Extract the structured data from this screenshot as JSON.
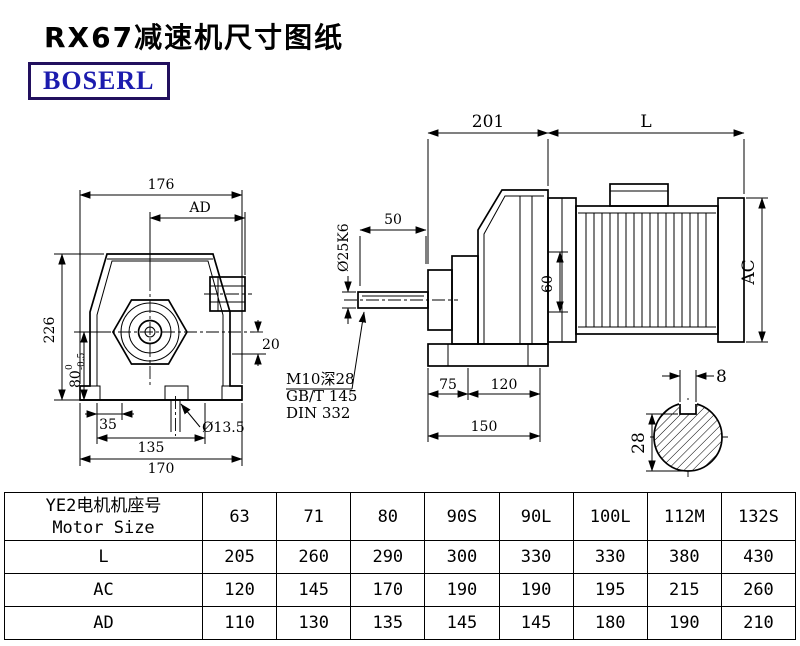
{
  "page": {
    "title": "RX67减速机尺寸图纸",
    "brand": "BOSERL"
  },
  "front_view": {
    "dim_top_width": "176",
    "dim_ad": "AD",
    "dim_height": "226",
    "dim_80": "80",
    "dim_80_tol_top": "0",
    "dim_80_tol_bottom": "-0.5",
    "dim_35": "35",
    "dim_135": "135",
    "dim_170": "170",
    "dim_20": "20",
    "dim_hole": "Ø13.5"
  },
  "side_view": {
    "dim_201": "201",
    "dim_l": "L",
    "dim_50": "50",
    "dim_shaft_dia": "Ø25K6",
    "dim_60": "60",
    "dim_ac": "AC",
    "dim_75": "75",
    "dim_120": "120",
    "dim_150": "150",
    "note_line1": "M10深28",
    "note_line2": "GB/T 145",
    "note_line3": "DIN 332"
  },
  "shaft_section": {
    "dim_key_width": "8",
    "dim_key_depth": "28"
  },
  "table": {
    "header_col_line1": "YE2电机机座号",
    "header_col_line2": "Motor Size",
    "sizes": [
      "63",
      "71",
      "80",
      "90S",
      "90L",
      "100L",
      "112M",
      "132S"
    ],
    "rows": [
      {
        "label": "L",
        "values": [
          "205",
          "260",
          "290",
          "300",
          "330",
          "330",
          "380",
          "430"
        ]
      },
      {
        "label": "AC",
        "values": [
          "120",
          "145",
          "170",
          "190",
          "190",
          "195",
          "215",
          "260"
        ]
      },
      {
        "label": "AD",
        "values": [
          "110",
          "130",
          "135",
          "145",
          "145",
          "180",
          "190",
          "210"
        ]
      }
    ]
  }
}
